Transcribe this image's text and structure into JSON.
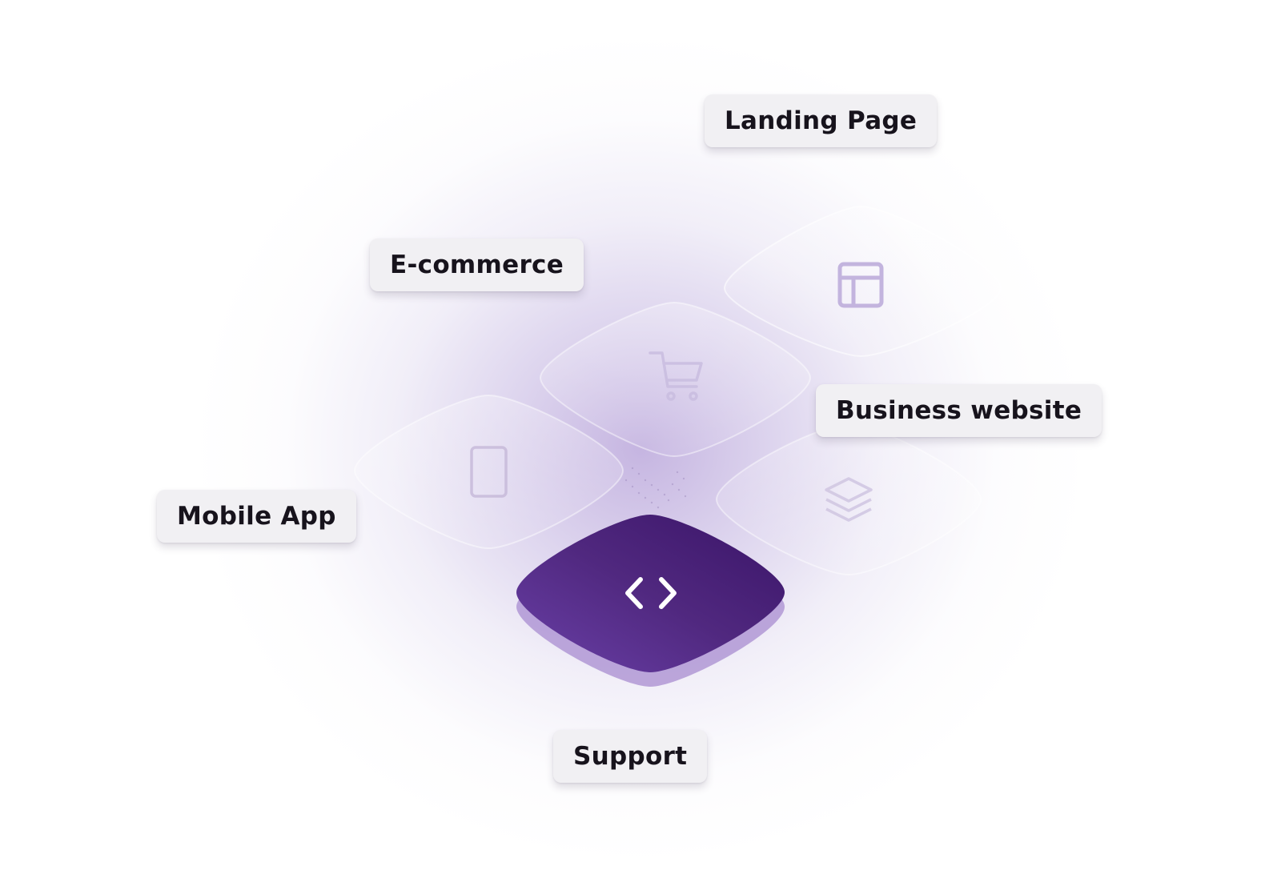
{
  "labels": {
    "landing_page": "Landing Page",
    "ecommerce": "E-commerce",
    "business_website": "Business website",
    "mobile_app": "Mobile App",
    "support": "Support"
  },
  "icons": {
    "center": "code-icon",
    "landing_page": "layout-icon",
    "ecommerce": "cart-icon",
    "business_website": "layers-icon",
    "mobile_app": "phone-icon"
  },
  "colors": {
    "accent_tile": "#4a2680",
    "glow": "#9a7cc8",
    "label_bg": "#f1f0f3",
    "label_text": "#17131c"
  }
}
